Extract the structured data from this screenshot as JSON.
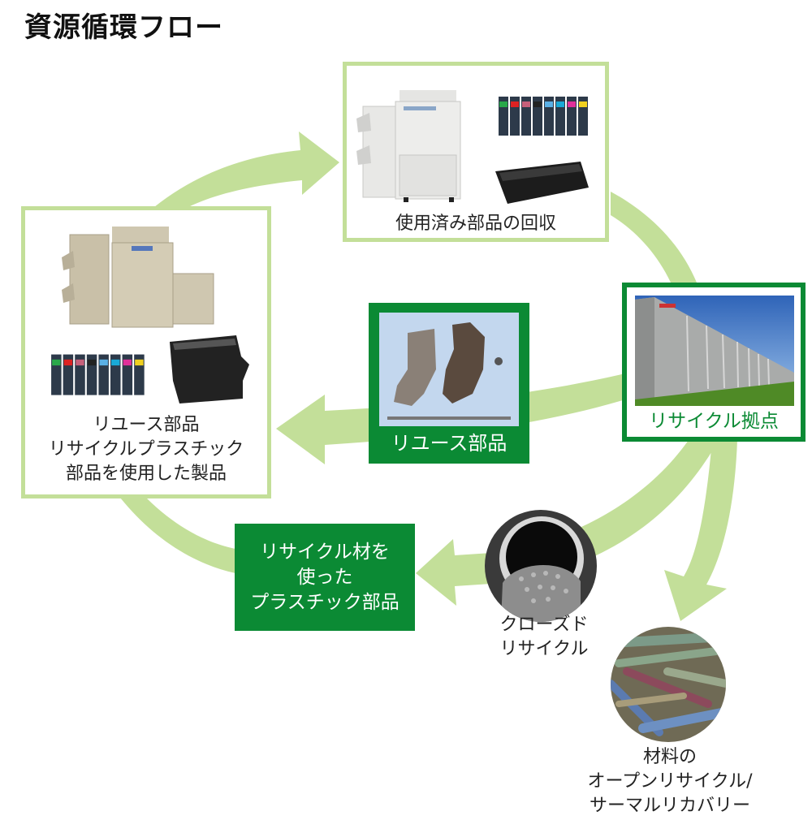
{
  "title": "資源循環フロー",
  "colors": {
    "arrow": "#c3df99",
    "dark_green": "#0b8a34",
    "light_border": "#c3df99"
  },
  "nodes": {
    "collection": {
      "label": "使用済み部品の回収",
      "images": [
        "copier-image",
        "ink-cartridges-image",
        "toner-cartridge-image"
      ]
    },
    "products": {
      "label_lines": [
        "リユース部品",
        "リサイクルプラスチック",
        "部品を使用した製品"
      ],
      "images": [
        "copier-image",
        "ink-cartridges-image",
        "toner-cartridge-image"
      ]
    },
    "reuse_parts": {
      "label": "リユース部品",
      "images": [
        "metal-parts-image"
      ]
    },
    "recycling_center": {
      "label": "リサイクル拠点",
      "images": [
        "factory-building-image"
      ]
    },
    "recycled_plastic": {
      "label_lines": [
        "リサイクル材を",
        "使った",
        "プラスチック部品"
      ]
    },
    "closed_recycle": {
      "label_lines": [
        "クローズド",
        "リサイクル"
      ],
      "images": [
        "plastic-pellets-image"
      ]
    },
    "open_recycle": {
      "label_lines": [
        "材料の",
        "オープンリサイクル/",
        "サーマルリカバリー"
      ],
      "images": [
        "shredded-material-image"
      ]
    }
  },
  "flows": [
    {
      "from": "products",
      "to": "collection"
    },
    {
      "from": "collection",
      "to": "recycling_center"
    },
    {
      "from": "recycling_center",
      "to": "products",
      "via": "reuse_parts"
    },
    {
      "from": "recycling_center",
      "to": "recycled_plastic",
      "via": "closed_recycle"
    },
    {
      "from": "recycling_center",
      "to": "open_recycle"
    },
    {
      "from": "recycled_plastic",
      "to": "products"
    }
  ]
}
